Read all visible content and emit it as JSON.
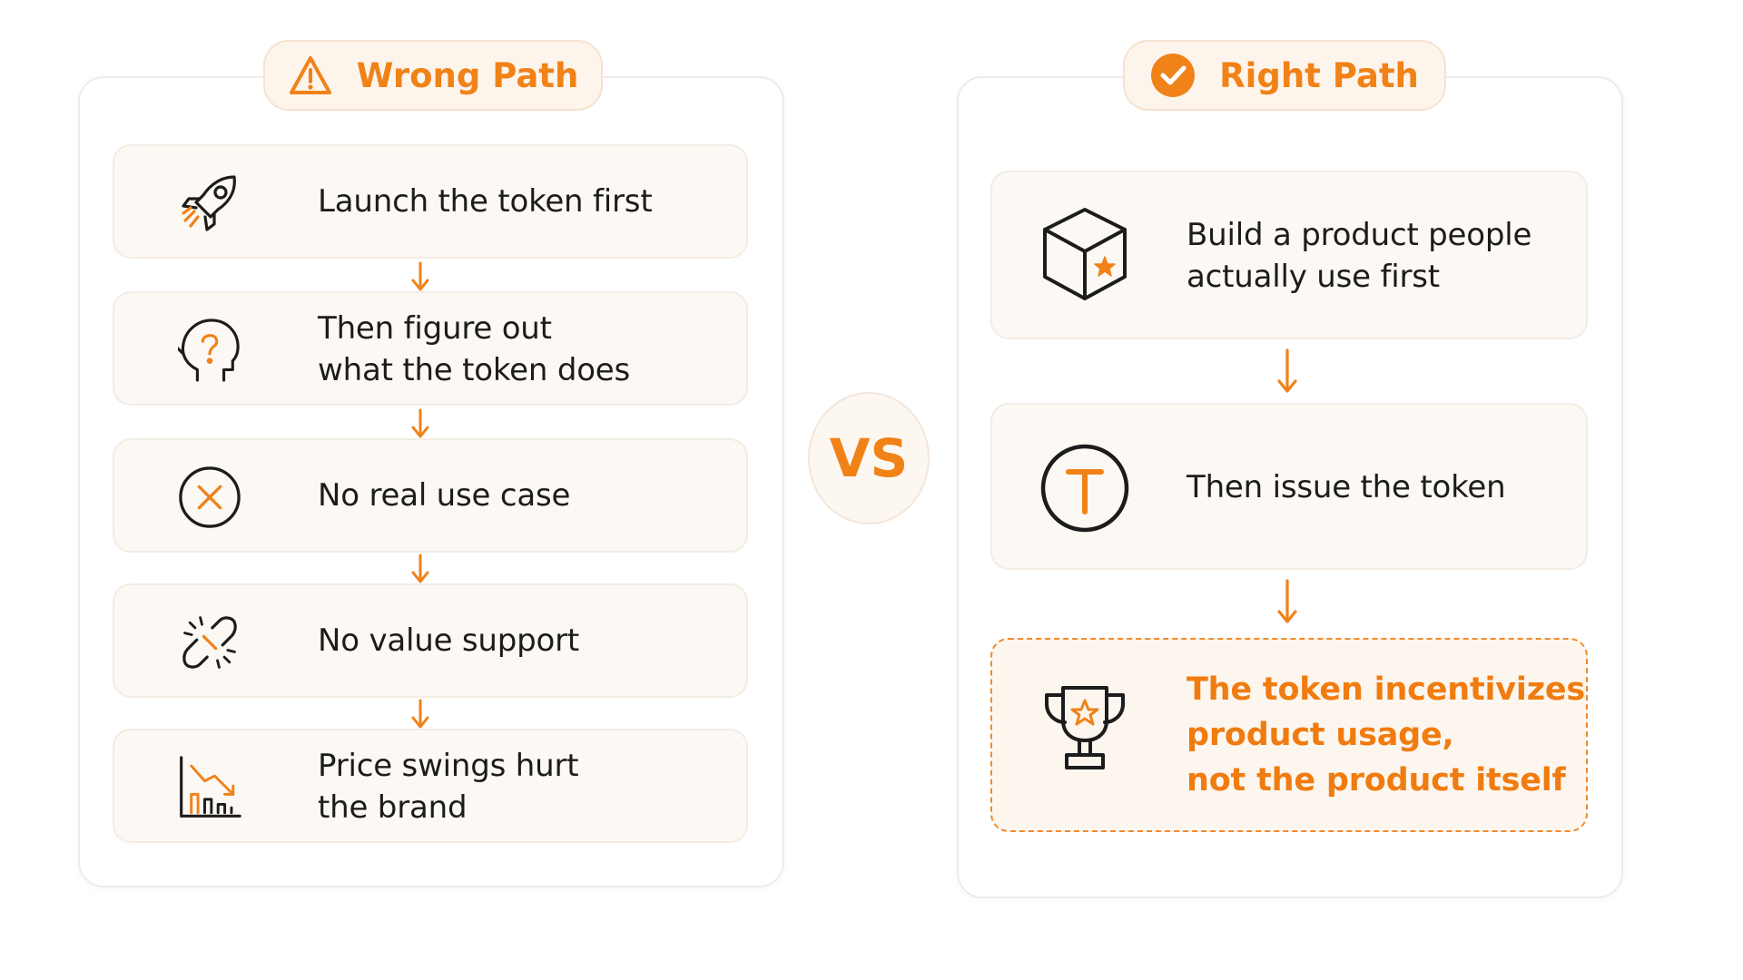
{
  "colors": {
    "accent": "#f08218",
    "card_bg": "#fcf8f4",
    "text": "#1c1c1c"
  },
  "wrong_path": {
    "title": "Wrong Path",
    "icon": "warning-triangle-icon",
    "steps": [
      {
        "icon": "rocket-icon",
        "lines": [
          "Launch the token first"
        ]
      },
      {
        "icon": "head-question-icon",
        "lines": [
          "Then figure out",
          "what the token does"
        ]
      },
      {
        "icon": "x-circle-icon",
        "lines": [
          "No real use case"
        ]
      },
      {
        "icon": "broken-link-icon",
        "lines": [
          "No value support"
        ]
      },
      {
        "icon": "declining-chart-icon",
        "lines": [
          "Price swings hurt",
          "the brand"
        ]
      }
    ]
  },
  "vs_label": "VS",
  "right_path": {
    "title": "Right Path",
    "icon": "check-circle-icon",
    "steps": [
      {
        "icon": "box-star-icon",
        "lines": [
          "Build a product people",
          "actually use first"
        ]
      },
      {
        "icon": "token-t-icon",
        "lines": [
          "Then issue the token"
        ]
      },
      {
        "icon": "trophy-star-icon",
        "lines": [
          "The token incentivizes",
          "product usage,",
          "not the product itself"
        ],
        "highlighted": true
      }
    ]
  }
}
